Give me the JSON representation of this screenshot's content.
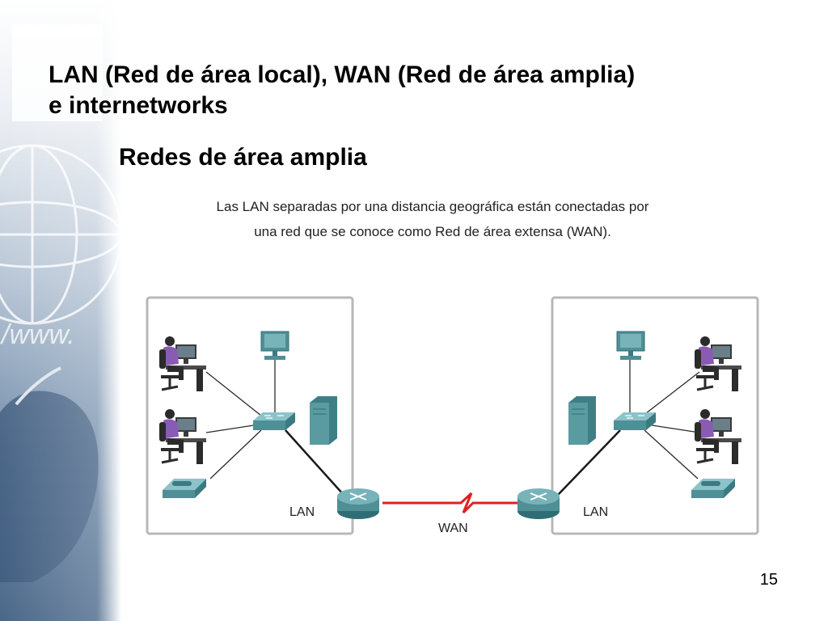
{
  "slide": {
    "title_line1": "LAN (Red de área local), WAN (Red de área amplia)",
    "title_line2": "e internetworks",
    "subtitle": "Redes de área amplia",
    "caption_line1": "Las LAN separadas por una distancia geográfica están conectadas por",
    "caption_line2": "una red que se conoce como Red de área extensa (WAN).",
    "page_number": "15"
  },
  "diagram": {
    "left_lan_label": "LAN",
    "right_lan_label": "LAN",
    "wan_label": "WAN",
    "colors": {
      "device_teal": "#4f8f96",
      "person_purple": "#8a5bb5",
      "wan_link": "#e02020",
      "lan_box_border": "#b8b8b8"
    }
  }
}
